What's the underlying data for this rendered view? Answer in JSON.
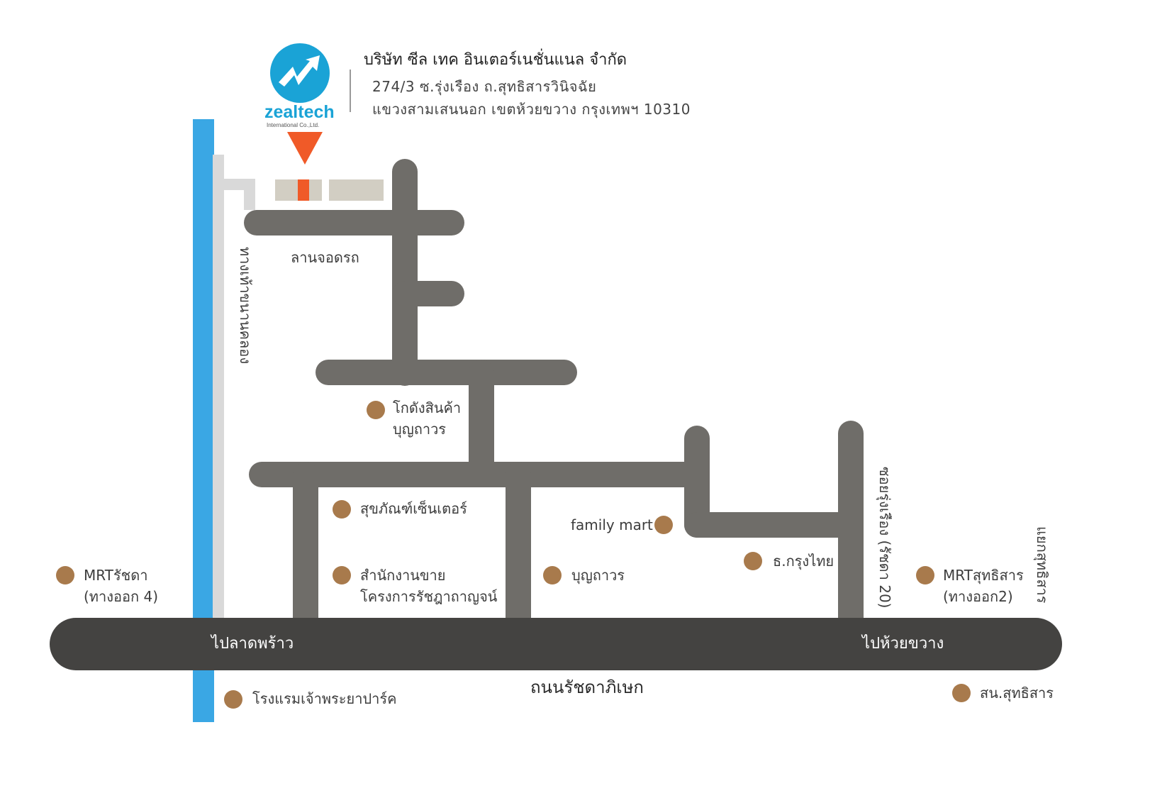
{
  "company": {
    "name": "บริษัท ซีล เทค อินเตอร์เนชั่นแนล จำกัด",
    "address_line1": "274/3 ซ.รุ่งเรือง ถ.สุทธิสารวินิจฉัย",
    "address_line2": "แขวงสามเสนนอก เขตห้วยขวาง กรุงเทพฯ 10310"
  },
  "logo": {
    "brand": "zealtech",
    "sub": "International Co.,Ltd."
  },
  "labels": {
    "walkway": "ทางเท้าขนานคลอง",
    "parking": "ลานจอดรถ",
    "warehouse": "โกดังสินค้า\nบุญถาวร",
    "sukkan": "สุขภัณฑ์เซ็นเตอร์",
    "sales_office": "สำนักงานขาย\nโครงการรัชฎาถาญจน์",
    "family_mart": "family mart",
    "boonthavorn": "บุญถาวร",
    "krungthai": "ธ.กรุงไทย",
    "soi": "ซอยรุ่งเรือง (รัชดา 20)",
    "mrt_ratchada": "MRTรัชดา\n(ทางออก 4)",
    "mrt_sutthisan": "MRTสุทธิสาร\n(ทางออก2)",
    "intersection": "แยกสุทธิสาร",
    "to_ladprao": "ไปลาดพร้าว",
    "to_huaikhwang": "ไปห้วยขวาง",
    "main_road": "ถนนรัชดาภิเษก",
    "hotel": "โรงแรมเจ้าพระยาปาร์ค",
    "police": "สน.สุทธิสาร"
  },
  "colors": {
    "canal": "#3aa7e4",
    "road": "#6f6d69",
    "main_road": "#444341",
    "marker": "#f05a28",
    "poi": "#a87a4c",
    "logo": "#1aa3d6"
  }
}
